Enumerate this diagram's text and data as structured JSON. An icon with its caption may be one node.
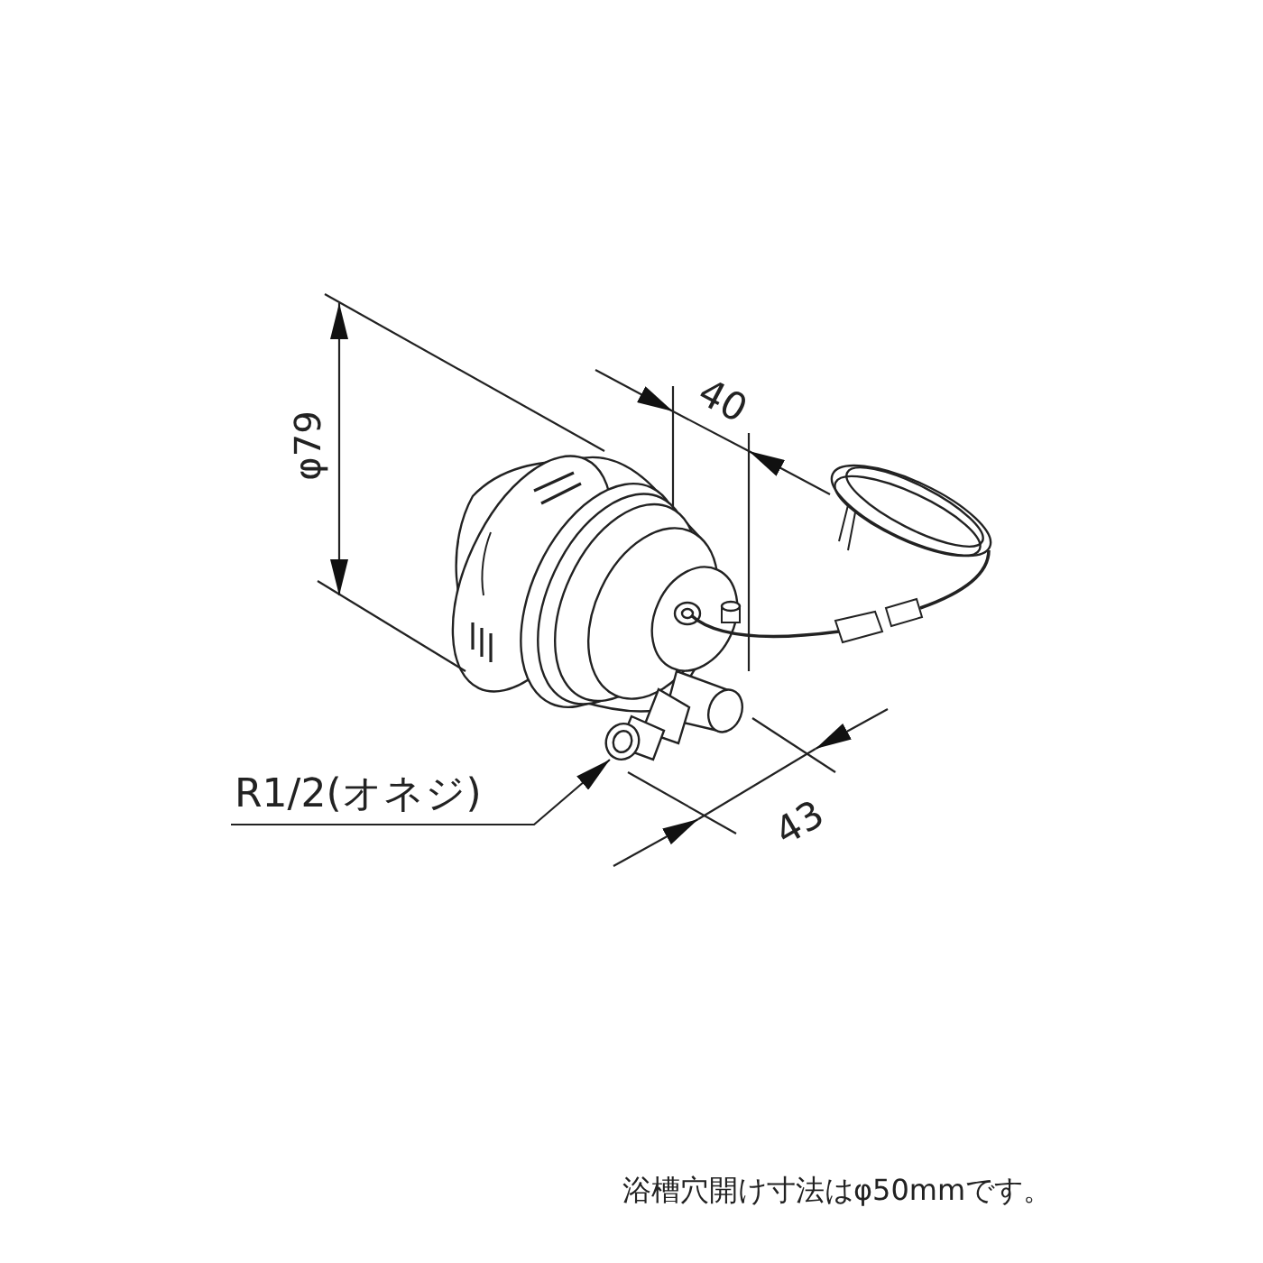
{
  "diagram": {
    "nodes": [
      {
        "text": [
          "R1/2(オネジ)"
        ]
      },
      {
        "text": [],
        "shape": "picture"
      }
    ],
    "edges": [
      {
        "from": 0,
        "to": 1,
        "arrow": "to"
      }
    ],
    "labels": [
      "φ79",
      "40",
      "43",
      "浴槽穴開け寸法はφ50mmです。"
    ]
  }
}
